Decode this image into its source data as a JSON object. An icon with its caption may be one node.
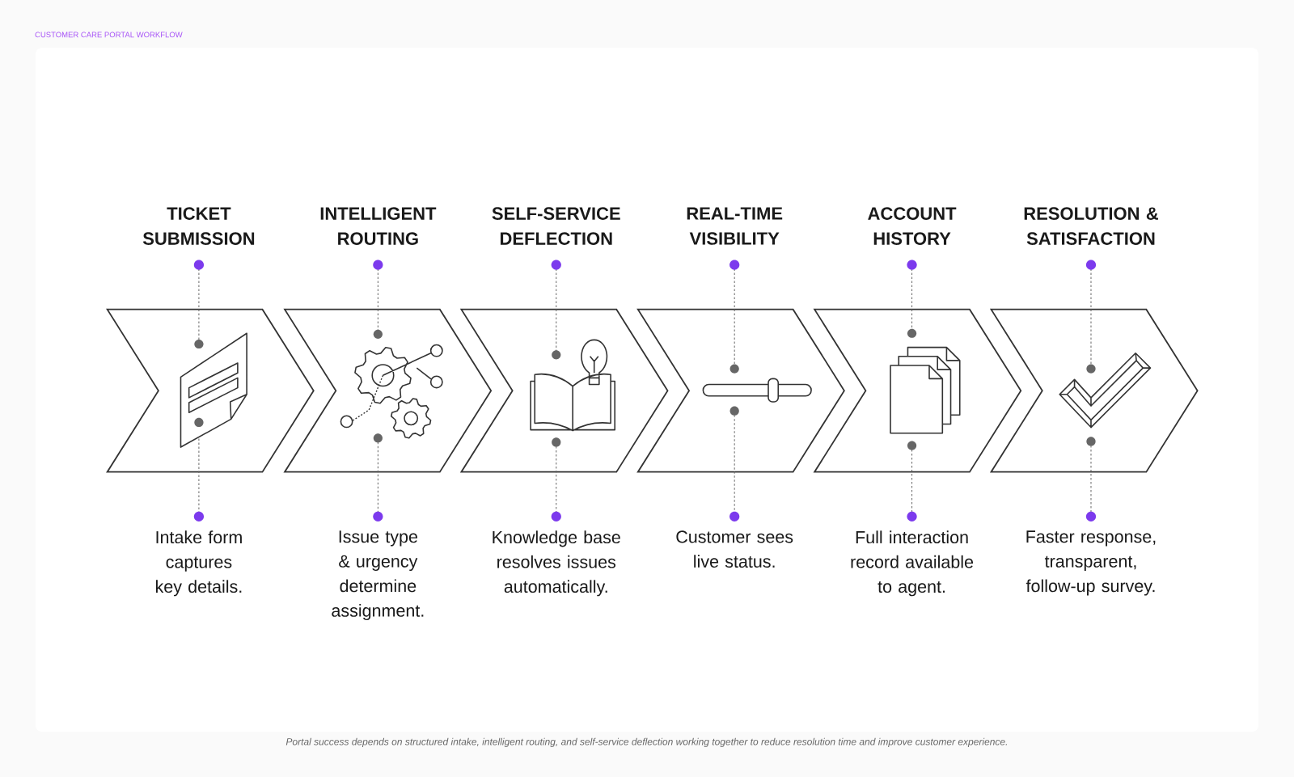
{
  "diagram": {
    "title": "CUSTOMER CARE PORTAL WORKFLOW",
    "caption": "Portal success depends on structured intake, intelligent routing, and self-service deflection working together to reduce resolution time and improve customer experience.",
    "nodes": [
      {
        "text": [
          "TICKET SUBMISSION",
          "Intake form captures key details."
        ]
      },
      {
        "text": [
          "INTELLIGENT ROUTING",
          "Issue type & urgency determine assignment."
        ]
      },
      {
        "text": [
          "SELF-SERVICE DEFLECTION",
          "Knowledge base resolves issues automatically."
        ]
      },
      {
        "text": [
          "REAL-TIME VISIBILITY",
          "Customer sees live status."
        ]
      },
      {
        "text": [
          "ACCOUNT HISTORY",
          "Full interaction record available to agent."
        ]
      },
      {
        "text": [
          "RESOLUTION & SATISFACTION",
          "Faster response, transparent, follow-up survey."
        ]
      }
    ]
  }
}
